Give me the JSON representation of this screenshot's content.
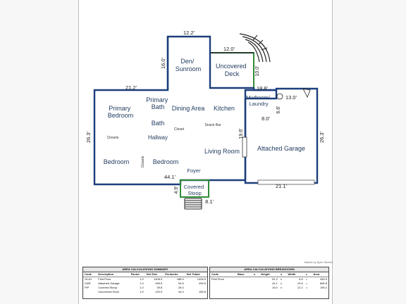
{
  "rooms": {
    "den": [
      "Den/",
      "Sunroom"
    ],
    "uncovered_deck": [
      "Uncovered",
      "Deck"
    ],
    "primary_bedroom": [
      "Primary",
      "Bedroom"
    ],
    "primary_bath": [
      "Primary",
      "Bath"
    ],
    "dining_area": "Dining Area",
    "kitchen": "Kitchen",
    "mudroom": [
      "Mudroom/",
      "Laundry"
    ],
    "bath": "Bath",
    "closet_center": "Closet",
    "snack_bar": "Snack Bar",
    "closets_left": "Closets",
    "hallway": "Hallway",
    "living_room": "Living Room",
    "attached_garage": "Attached Garage",
    "bedroom_left": "Bedroom",
    "closets_vertical": "Closets",
    "bedroom_right": "Bedroom",
    "foyer": "Foyer",
    "covered_stoop": [
      "Covered",
      "Stoop"
    ]
  },
  "dimensions": {
    "den_width": "12.2'",
    "den_depth": "16.0'",
    "deck_width": "12.0'",
    "deck_depth": "10.0'",
    "north_left": "21.2'",
    "north_right": "18.8'",
    "garage_top": "13.0'",
    "mud_depth": "6.6'",
    "mud_width": "8.0'",
    "living_depth": "19.6'",
    "left_depth": "26.3'",
    "right_depth": "26.3'",
    "south_width": "44.1'",
    "garage_bottom": "21.1'",
    "stoop_depth": "4.9'",
    "stoop_width": "8.1'"
  },
  "credit": "Sketch by Apex Sketch",
  "summary": {
    "title": "AREA CALCULATIONS SUMMARY",
    "headers": [
      "Code",
      "Description",
      "Factor",
      "Net Size",
      "Perimeter",
      "Net Totals"
    ],
    "rows": [
      [
        "GLA1",
        "First Floor",
        "1.0",
        "1406.9",
        "188.9",
        "1406.9"
      ],
      [
        "GAR",
        "Attached Garage",
        "1.0",
        "499.5",
        "94.6",
        "499.5"
      ],
      [
        "P/P",
        "Covered Stoop",
        "1.0",
        "39.8",
        "26.0",
        ""
      ],
      [
        "",
        "Uncovered Deck",
        "1.0",
        "120.0",
        "44.0",
        "159.8"
      ]
    ]
  },
  "breakdown": {
    "title": "AREA CALCULATIONS BREAKDOWN",
    "headers": [
      "Code",
      "Base",
      "x",
      "Height",
      "x",
      "Width",
      "=",
      "Area"
    ],
    "rows": [
      [
        "First Floor",
        "",
        "",
        "51.2",
        "x",
        "6.6",
        "=",
        "345.5"
      ],
      [
        "",
        "",
        "",
        "44.1",
        "x",
        "19.6",
        "=",
        "865.8"
      ],
      [
        "",
        "",
        "",
        "16.0",
        "x",
        "12.2",
        "=",
        "195.2"
      ]
    ]
  }
}
